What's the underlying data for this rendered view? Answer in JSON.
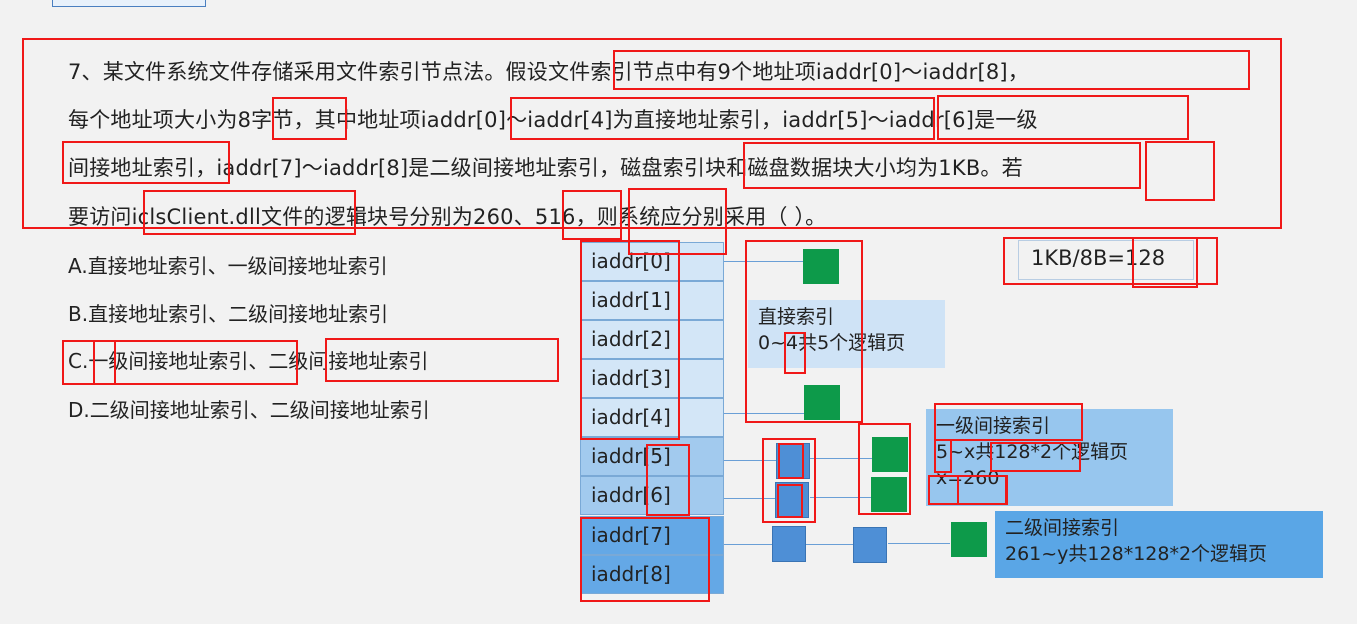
{
  "question": {
    "lines": [
      "7、某文件系统文件存储采用文件索引节点法。假设文件索引节点中有9个地址项iaddr[0]～iaddr[8]，",
      "每个地址项大小为8字节，其中地址项iaddr[0]～iaddr[4]为直接地址索引，iaddr[5]～iaddr[6]是一级",
      "间接地址索引，iaddr[7]～iaddr[8]是二级间接地址索引，磁盘索引块和磁盘数据块大小均为1KB。若",
      "要访问iclsClient.dll文件的逻辑块号分别为260、516，则系统应分别采用（ ）。"
    ],
    "options": [
      "A.直接地址索引、一级间接地址索引",
      "B.直接地址索引、二级间接地址索引",
      "C.一级间接地址索引、二级间接地址索引",
      "D.二级间接地址索引、二级间接地址索引"
    ]
  },
  "diagram": {
    "cells": [
      "iaddr[0]",
      "iaddr[1]",
      "iaddr[2]",
      "iaddr[3]",
      "iaddr[4]",
      "iaddr[5]",
      "iaddr[6]",
      "iaddr[7]",
      "iaddr[8]"
    ],
    "direct_note": [
      "直接索引",
      "0~4共5个逻辑页"
    ],
    "single_note": [
      "一级间接索引",
      "5~x共128*2个逻辑页",
      "x=260"
    ],
    "double_note": [
      "二级间接索引",
      "261~y共128*128*2个逻辑页"
    ],
    "calc": "1KB/8B=128"
  },
  "colors": {
    "annotation": "#f01818",
    "data_block": "#0d9a4a",
    "index_block": "#4e8fd6"
  }
}
